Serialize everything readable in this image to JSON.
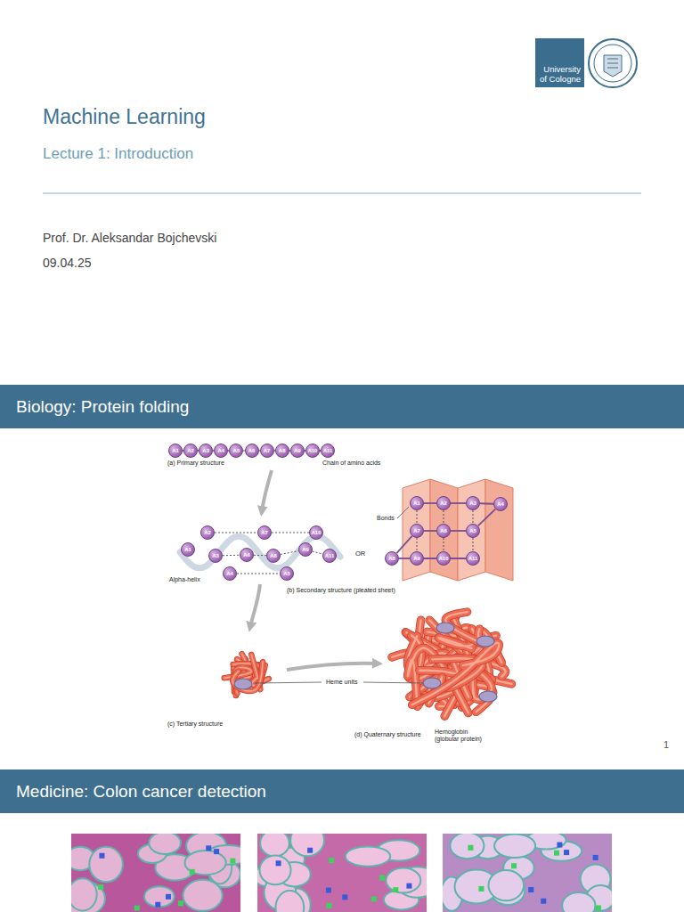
{
  "diagram": {
    "title": "Machine Learning",
    "nodes": [
      {
        "text": [
          "University of Cologne"
        ]
      },
      {
        "text": [
          "Biology: Protein folding"
        ]
      },
      {
        "text": [
          "A1"
        ]
      },
      {
        "text": [
          "A2"
        ]
      },
      {
        "text": [
          "A3"
        ]
      },
      {
        "text": [
          "A4"
        ]
      },
      {
        "text": [
          "A5"
        ]
      },
      {
        "text": [
          "A6"
        ]
      },
      {
        "text": [
          "A7"
        ]
      },
      {
        "text": [
          "A8"
        ]
      },
      {
        "text": [
          "A9"
        ]
      },
      {
        "text": [
          "A10"
        ]
      },
      {
        "text": [
          "A11"
        ]
      },
      {
        "text": [
          "A1"
        ]
      },
      {
        "text": [
          "A2"
        ]
      },
      {
        "text": [
          "A3"
        ]
      },
      {
        "text": [
          "A4"
        ]
      },
      {
        "text": [
          "A5"
        ]
      },
      {
        "text": [
          "A6"
        ]
      },
      {
        "text": [
          "A7"
        ]
      },
      {
        "text": [
          "A8"
        ]
      },
      {
        "text": [
          "A9"
        ]
      },
      {
        "text": [
          "A10"
        ]
      },
      {
        "text": [
          "A11"
        ]
      },
      {
        "text": [
          "A1"
        ]
      },
      {
        "text": [
          "A2"
        ]
      },
      {
        "text": [
          "A3"
        ]
      },
      {
        "text": [
          "A4"
        ]
      },
      {
        "text": [
          "A5"
        ]
      },
      {
        "text": [
          "A6"
        ]
      },
      {
        "text": [
          "A7"
        ]
      },
      {
        "text": [
          "A8"
        ]
      },
      {
        "text": [
          "A9"
        ]
      },
      {
        "text": [
          "A10"
        ]
      },
      {
        "text": [
          "A11"
        ]
      },
      {
        "text": [
          "Medicine: Colon cancer detection"
        ]
      }
    ],
    "edges": [
      {
        "from": 2,
        "to": 3,
        "arrow": "none"
      },
      {
        "from": 3,
        "to": 4,
        "arrow": "none"
      },
      {
        "from": 4,
        "to": 5,
        "arrow": "none"
      },
      {
        "from": 5,
        "to": 6,
        "arrow": "none"
      },
      {
        "from": 6,
        "to": 7,
        "arrow": "none"
      },
      {
        "from": 7,
        "to": 8,
        "arrow": "none"
      },
      {
        "from": 8,
        "to": 9,
        "arrow": "none"
      },
      {
        "from": 9,
        "to": 10,
        "arrow": "none"
      },
      {
        "from": 10,
        "to": 11,
        "arrow": "none"
      },
      {
        "from": 11,
        "to": 12,
        "arrow": "none"
      },
      {
        "from": 14,
        "to": 19,
        "arrow": "none"
      },
      {
        "from": 19,
        "to": 22,
        "arrow": "none"
      },
      {
        "from": 15,
        "to": 18,
        "arrow": "none"
      },
      {
        "from": 18,
        "to": 20,
        "arrow": "none"
      },
      {
        "from": 20,
        "to": 21,
        "arrow": "none"
      },
      {
        "from": 21,
        "to": 23,
        "arrow": "none"
      },
      {
        "from": 16,
        "to": 17,
        "arrow": "none"
      },
      {
        "from": 24,
        "to": 25,
        "arrow": "none"
      },
      {
        "from": 25,
        "to": 26,
        "arrow": "none"
      },
      {
        "from": 26,
        "to": 27,
        "arrow": "none"
      },
      {
        "from": 27,
        "to": 28,
        "arrow": "none"
      },
      {
        "from": 28,
        "to": 29,
        "arrow": "none"
      },
      {
        "from": 29,
        "to": 30,
        "arrow": "none"
      },
      {
        "from": 30,
        "to": 31,
        "arrow": "none"
      },
      {
        "from": 31,
        "to": 32,
        "arrow": "none"
      },
      {
        "from": 32,
        "to": 33,
        "arrow": "none"
      },
      {
        "from": 33,
        "to": 34,
        "arrow": "none"
      },
      {
        "from": 24,
        "to": 30,
        "arrow": "none"
      },
      {
        "from": 25,
        "to": 29,
        "arrow": "none"
      },
      {
        "from": 26,
        "to": 28,
        "arrow": "none"
      },
      {
        "from": 30,
        "to": 32,
        "arrow": "none"
      },
      {
        "from": 29,
        "to": 33,
        "arrow": "none"
      },
      {
        "from": 28,
        "to": 34,
        "arrow": "none"
      }
    ],
    "labels": [
      "Lecture 1: Introduction",
      "Prof. Dr. Aleksandar Bojchevski",
      "09.04.25",
      "(a) Primary structure",
      "Chain of amino acids",
      "Alpha-helix",
      "OR",
      "Bonds",
      "(b) Secondary structure (pleated sheet)",
      "Heme units",
      "(c) Tertiary structure",
      "(d) Quaternary structure",
      "Hemoglobin (globular protein)",
      "1"
    ]
  }
}
